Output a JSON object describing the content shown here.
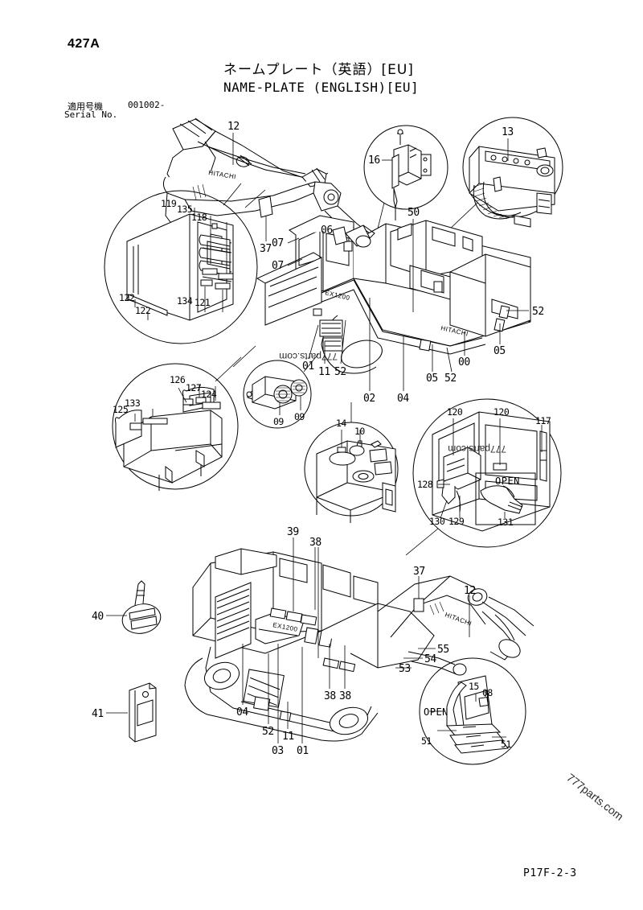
{
  "page": {
    "code": "427A",
    "title_jp": "ネームプレート（英語）[EU]",
    "title_en": "NAME-PLATE (ENGLISH)[EU]",
    "serial_label_jp": "適用号機",
    "serial_label_en": "Serial No.",
    "serial_value": "001002-",
    "footer_code": "P17F-2-3"
  },
  "watermarks": {
    "w1": "777parts.com",
    "w2": "777parts.com",
    "w3": "777parts.com"
  },
  "brand": {
    "boom_top": "HITACHI",
    "boom_bottom": "HITACHI",
    "body_side": "HITACHI",
    "cab_mark": "EX1200",
    "cab_mark_bottom": "EX1200"
  },
  "callouts": {
    "open_cab": "OPEN",
    "open_step": "OPEN"
  },
  "refs": {
    "boom_12": "12",
    "boom_37": "37",
    "cab_119": "119",
    "cab_135": "135",
    "cab_118": "118",
    "cab_122a": "122",
    "cab_122b": "122",
    "cab_134": "134",
    "cab_121": "121",
    "valve_16": "16",
    "engine_13": "13",
    "body_07a": "07",
    "body_07b": "07",
    "body_06": "06",
    "body_50": "50",
    "body_52r": "52",
    "body_05r": "05",
    "body_00": "00",
    "body_05b": "05",
    "body_52b": "52",
    "body_01": "01",
    "body_11": "11",
    "body_52m": "52",
    "body_02": "02",
    "body_04": "04",
    "seat_125": "125",
    "seat_133": "133",
    "seat_126": "126",
    "seat_127": "127",
    "seat_124": "124",
    "pump_09a": "09",
    "pump_09b": "09",
    "tank_14": "14",
    "tank_10": "10",
    "door_120a": "120",
    "door_120b": "120",
    "door_117": "117",
    "door_128": "128",
    "door_130": "130",
    "door_129": "129",
    "door_131": "131",
    "low_39": "39",
    "low_38a": "38",
    "low_38b": "38",
    "low_38c": "38",
    "low_04": "04",
    "low_52": "52",
    "low_03": "03",
    "low_11": "11",
    "low_01": "01",
    "low_37": "37",
    "low_12": "12",
    "low_55": "55",
    "low_54": "54",
    "low_53": "53",
    "step_15": "15",
    "step_08": "08",
    "step_51a": "51",
    "step_51b": "51",
    "key_40": "40",
    "key_41": "41"
  }
}
